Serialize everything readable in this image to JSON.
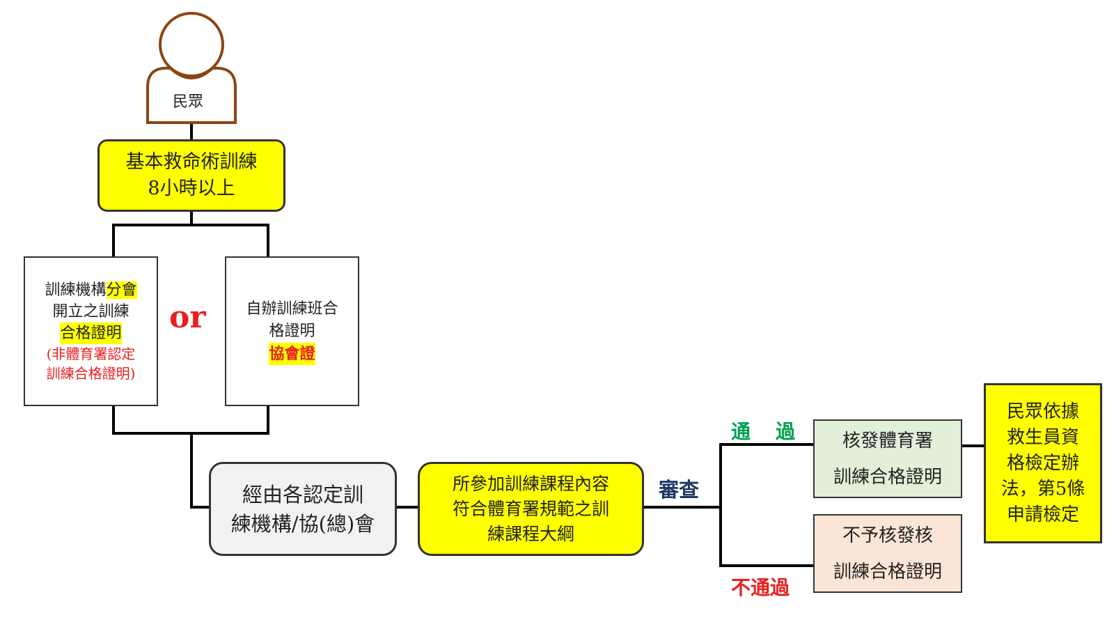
{
  "person": {
    "label": "民眾"
  },
  "basic_training": {
    "line1": "基本救命術訓練",
    "line2": "8小時以上"
  },
  "left_option": {
    "line1_a": "訓練機構",
    "line1_b": "分會",
    "line2": "開立之訓練",
    "line3": "合格證明",
    "note1": "(非體育署認定",
    "note2": "訓練合格證明)"
  },
  "or_label": "or",
  "right_option": {
    "line1": "自辦訓練班合",
    "line2": "格證明",
    "line3": "協會證"
  },
  "certified_org": {
    "line1": "經由各認定訓",
    "line2": "練機構/協(總)會"
  },
  "course_check": {
    "line1": "所參加訓練課程內容",
    "line2": "符合體育署規範之訓",
    "line3": "練課程大綱"
  },
  "review_label": "審查",
  "pass_label": "通　過",
  "fail_label": "不通過",
  "pass_box": {
    "line1": "核發體育署",
    "line2": "訓練合格證明"
  },
  "fail_box": {
    "line1": "不予核發核",
    "line2": "訓練合格證明"
  },
  "final_box": {
    "line1": "民眾依據",
    "line2": "救生員資",
    "line3": "格檢定辦",
    "line4": "法，第5條",
    "line5": "申請檢定"
  },
  "colors": {
    "yellow": "#ffff00",
    "person_outline": "#8b4513",
    "gray_box": "#f2f2f2",
    "green_box": "#e2efd9",
    "peach_box": "#fbe5d6",
    "red_text": "#e8201f",
    "green_text": "#00a050",
    "navy_text": "#1f3864"
  }
}
